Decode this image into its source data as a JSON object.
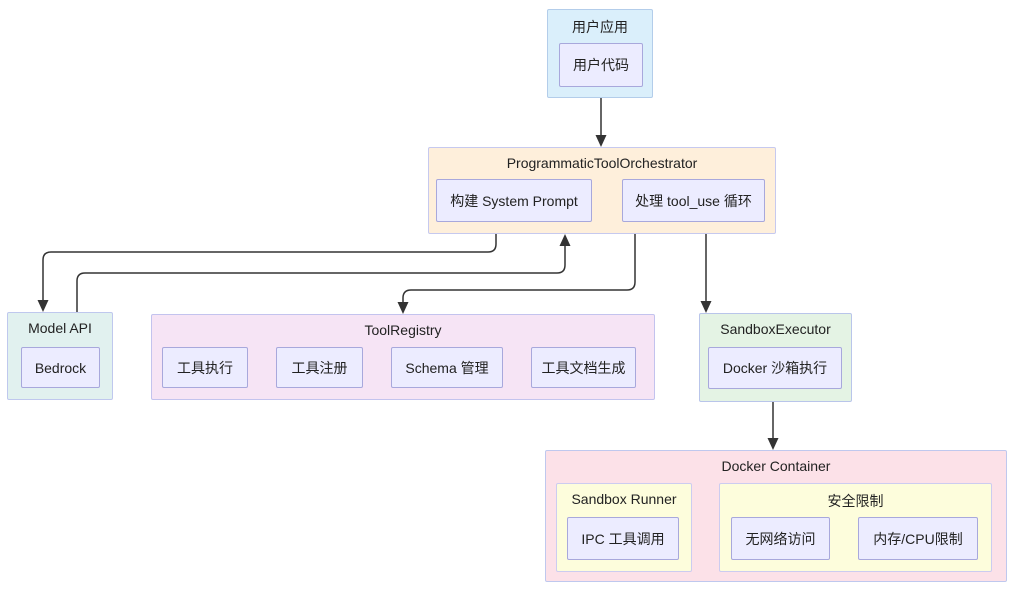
{
  "diagram": {
    "user_app": {
      "title": "用户应用",
      "node": "用户代码"
    },
    "orchestrator": {
      "title": "ProgrammaticToolOrchestrator",
      "nodes": [
        "构建 System Prompt",
        "处理 tool_use 循环"
      ]
    },
    "model_api": {
      "title": "Model API",
      "node": "Bedrock"
    },
    "tool_registry": {
      "title": "ToolRegistry",
      "nodes": [
        "工具执行",
        "工具注册",
        "Schema 管理",
        "工具文档生成"
      ]
    },
    "sandbox_executor": {
      "title": "SandboxExecutor",
      "node": "Docker 沙箱执行"
    },
    "docker_container": {
      "title": "Docker Container",
      "sandbox_runner": {
        "title": "Sandbox Runner",
        "node": "IPC 工具调用"
      },
      "security_limits": {
        "title": "安全限制",
        "nodes": [
          "无网络访问",
          "内存/CPU限制"
        ]
      }
    },
    "edges": [
      "用户代码 → ProgrammaticToolOrchestrator",
      "构建 System Prompt → Model API",
      "Model API → ProgrammaticToolOrchestrator",
      "ProgrammaticToolOrchestrator → ToolRegistry",
      "处理 tool_use 循环 → SandboxExecutor",
      "Docker 沙箱执行 → Docker Container"
    ],
    "colors": {
      "user_app_fill": "#daeffb",
      "user_app_border": "#b3cdea",
      "orchestrator_fill": "#feefdb",
      "orchestrator_border": "#c6c9ef",
      "model_api_fill": "#e1f1ef",
      "tool_registry_fill": "#f6e4f5",
      "sandbox_executor_fill": "#e4f3e4",
      "docker_container_fill": "#fce1e8",
      "inner_group_fill": "#fdfddc",
      "container_border": "#bfc8ee",
      "node_fill": "#ececff",
      "node_border": "#a8a8dc",
      "line_color": "#333333",
      "text_color": "#222222"
    }
  }
}
